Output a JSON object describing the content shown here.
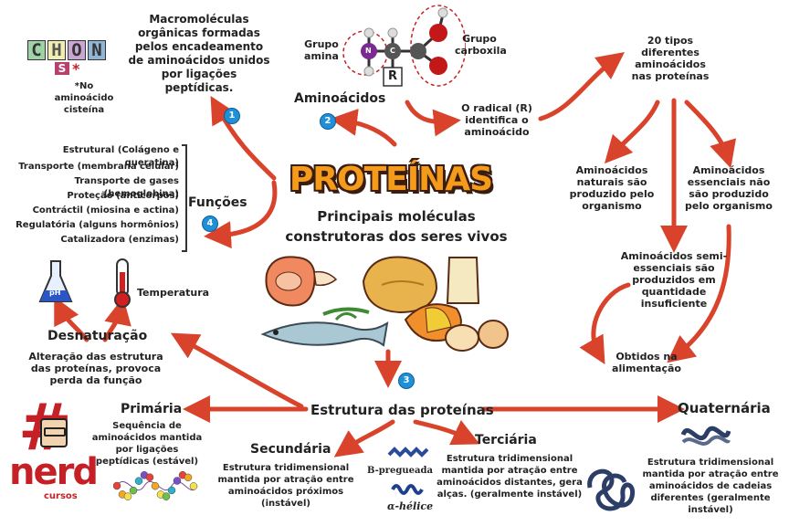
{
  "chon": {
    "letters": [
      "C",
      "H",
      "O",
      "N"
    ],
    "extra_symbol": "S",
    "asterisk": "*",
    "note": "*No aminoácido cisteína"
  },
  "definition": "Macromoléculas orgânicas formadas pelos encadeamento de aminoácidos unidos por ligações peptídicas.",
  "molecule": {
    "amino_group_label": "Grupo amina",
    "carboxyl_group_label": "Grupo carboxila",
    "atoms": {
      "N": "N",
      "H": "H",
      "C": "C",
      "R": "R"
    }
  },
  "aminoacids": {
    "title": "Aminoácidos",
    "radical_text": "O radical (R) identifica o aminoácido",
    "types_text": "20 tipos diferentes aminoácidos nas proteínas",
    "natural_text": "Aminoácidos naturais são produzido pelo organismo",
    "essential_text": "Aminoácidos essenciais não são produzido pelo organismo",
    "semi_text": "Aminoácidos semi-essenciais são produzidos em quantidade insuficiente",
    "food_text": "Obtidos na alimentação"
  },
  "center": {
    "title": "PROTEÍNAS",
    "subtitle_line1": "Principais moléculas",
    "subtitle_line2": "construtoras dos seres vivos"
  },
  "functions": {
    "title": "Funções",
    "items": [
      "Estrutural (Colágeno e queratina)",
      "Transporte (membrana celular)",
      "Transporte de gases (hemoglobina)",
      "Proteção (anticorpos)",
      "Contráctil (miosina e actina)",
      "Regulatória (alguns hormônios)",
      "Catalizadora (enzimas)"
    ]
  },
  "denaturation": {
    "ph_label": "pH",
    "temperature_label": "Temperatura",
    "title": "Desnaturação",
    "text": "Alteração das estrutura das proteínas, provoca perda da função"
  },
  "numbers": {
    "n1": "1",
    "n2": "2",
    "n3": "3",
    "n4": "4"
  },
  "structure": {
    "title": "Estrutura das proteínas",
    "primary_title": "Primária",
    "primary_text": "Sequência de aminoácidos mantida por ligações peptídicas (estável)",
    "secondary_title": "Secundária",
    "secondary_text": "Estrutura tridimensional mantida por atração entre aminoácidos próximos (instável)",
    "beta_label": "B-pregueada",
    "alpha_label": "α-hélice",
    "tertiary_title": "Terciária",
    "tertiary_text": "Estrutura tridimensional mantida por atração entre aminoácidos distantes, gera alças. (geralmente instável)",
    "quaternary_title": "Quaternária",
    "quaternary_text": "Estrutura tridimensional mantida por atração entre aminoácidos de cadeias diferentes (geralmente instável)"
  },
  "logo": {
    "hash": "#",
    "word": "nerd",
    "sub": "cursos"
  },
  "colors": {
    "arrow": "#d9432b",
    "accent": "#f59b1c",
    "badge": "#1f8fd8",
    "logo": "#c62027"
  }
}
